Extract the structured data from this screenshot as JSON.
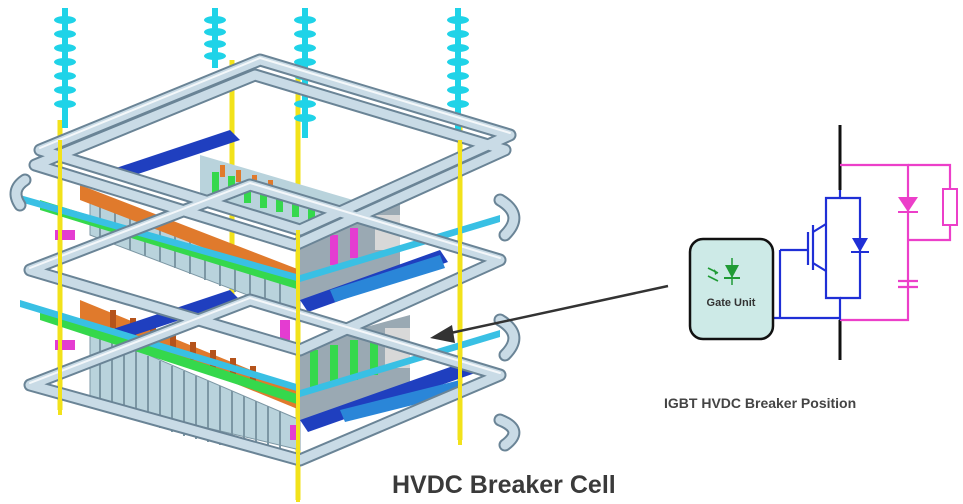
{
  "diagram": {
    "main_caption": "HVDC Breaker Cell",
    "circuit_caption": "IGBT HVDC Breaker Position",
    "gate_unit_label": "Gate Unit"
  },
  "colors": {
    "insulator": "#1fd3e8",
    "rod": "#f2e21a",
    "pipe": "#c9dbe6",
    "pipe_edge": "#6a8496",
    "busbar": "#1f3fbf",
    "green_bar": "#35d84c",
    "heatsink": "#b9d3dc",
    "module_orange": "#e07a2c",
    "magenta": "#e43cd1",
    "circuit_blue": "#1f2fd6",
    "circuit_pink": "#ec3fc9",
    "gate_box": "#cdeae7",
    "circuit_black": "#111111"
  }
}
